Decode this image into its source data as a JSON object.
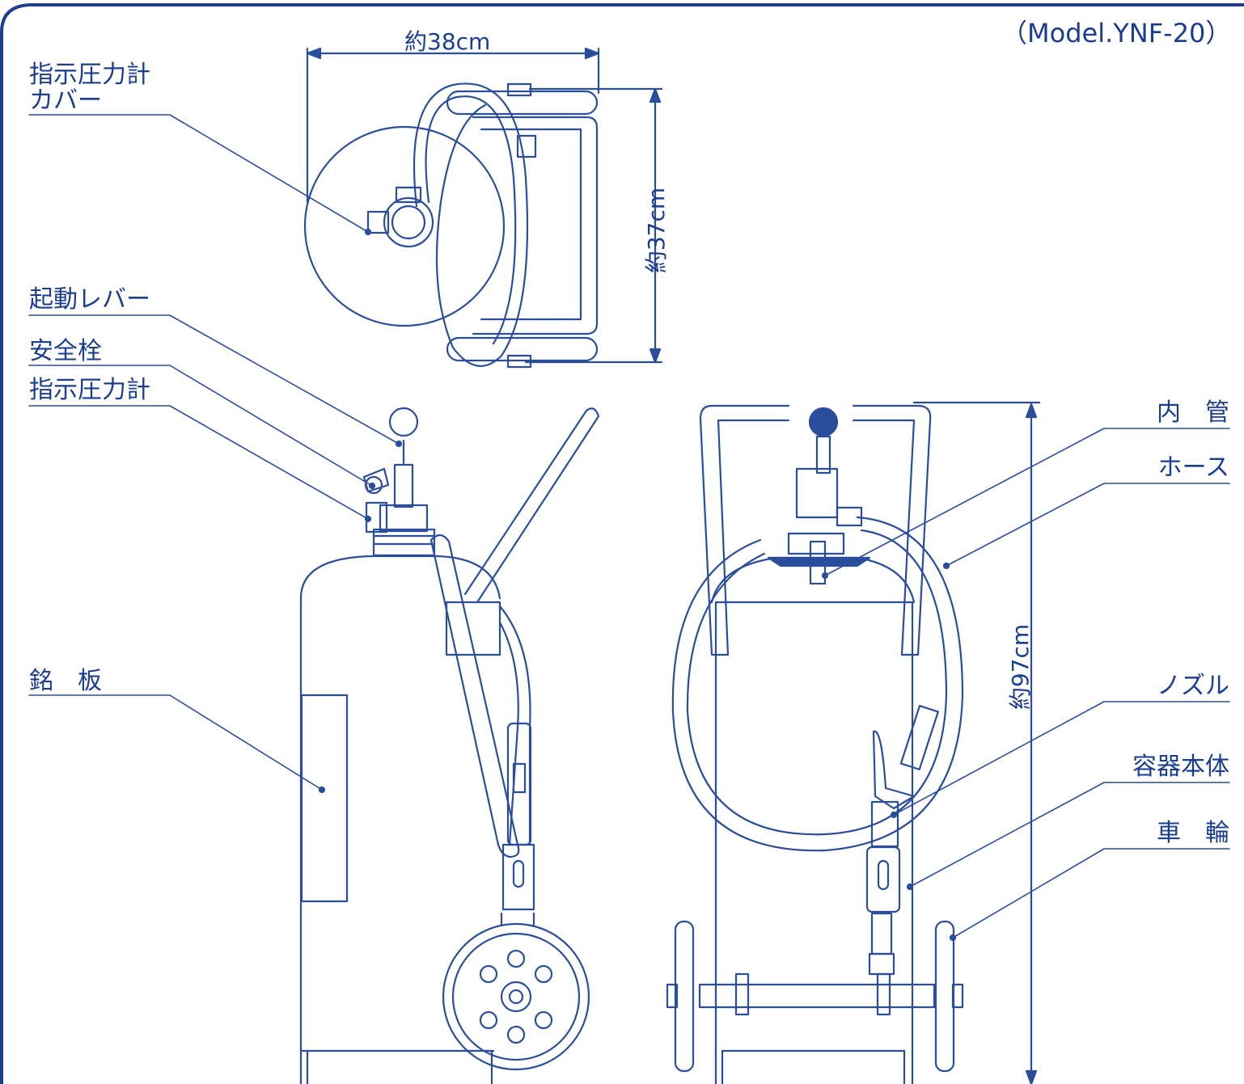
{
  "model": "（Model.YNF-20）",
  "dimensions": {
    "width": "約38cm",
    "depth": "約37cm",
    "height": "約97cm"
  },
  "labels_left": {
    "gauge_cover": "指示圧力計",
    "gauge_cover_line2": "カバー",
    "start_lever": "起動レバー",
    "safety_pin": "安全栓",
    "pressure_gauge": "指示圧力計",
    "nameplate": "銘　板"
  },
  "labels_right": {
    "inner_tube": "内　管",
    "hose": "ホース",
    "nozzle": "ノズル",
    "container": "容器本体",
    "wheel": "車　輪"
  },
  "colors": {
    "line": "#2a4d9c",
    "text": "#1a3d8f",
    "frame": "#1e3f8f"
  }
}
